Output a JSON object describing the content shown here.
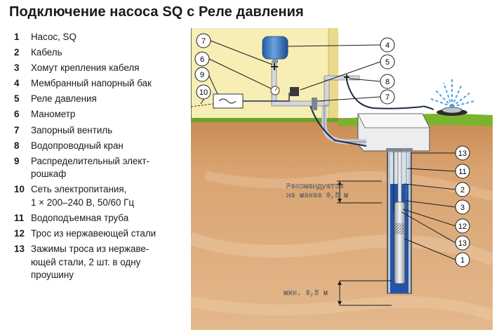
{
  "title": "Подключение насоса SQ с Реле давления",
  "legend": [
    {
      "num": "1",
      "text": "Насос, SQ"
    },
    {
      "num": "2",
      "text": "Кабель"
    },
    {
      "num": "3",
      "text": "Хомут крепления кабеля"
    },
    {
      "num": "4",
      "text": "Мембранный напорный бак"
    },
    {
      "num": "5",
      "text": "Реле давления"
    },
    {
      "num": "6",
      "text": "Манометр"
    },
    {
      "num": "7",
      "text": "Запорный вентиль"
    },
    {
      "num": "8",
      "text": "Водопроводный кран"
    },
    {
      "num": "9",
      "text": "Распределительный элект-\nрошкаф"
    },
    {
      "num": "10",
      "text": "Сеть электропитания,\n1 × 200–240 В, 50/60 Гц"
    },
    {
      "num": "11",
      "text": "Водоподъемная труба"
    },
    {
      "num": "12",
      "text": "Трос из нержавеющей стали"
    },
    {
      "num": "13",
      "text": "Зажимы троса из нержаве-\nющей стали, 2 шт. в одну\nпроушину"
    }
  ],
  "diagram": {
    "callouts_left": [
      "7",
      "6",
      "9",
      "10"
    ],
    "callouts_right": [
      "4",
      "5",
      "8",
      "7"
    ],
    "callouts_well": [
      "13",
      "11",
      "2",
      "3",
      "12",
      "13",
      "1"
    ],
    "annotation_top_line1": "Рекомендуется",
    "annotation_top_line2": "не менее 0,5 м",
    "annotation_bottom": "мин. 0,5 м",
    "colors": {
      "soil": "#d9a472",
      "grass": "#7ab32e",
      "wall": "#f4e9a8",
      "water": "#2454a8",
      "pipe": "#c8ccd2",
      "tank": "#3d78c2"
    }
  }
}
